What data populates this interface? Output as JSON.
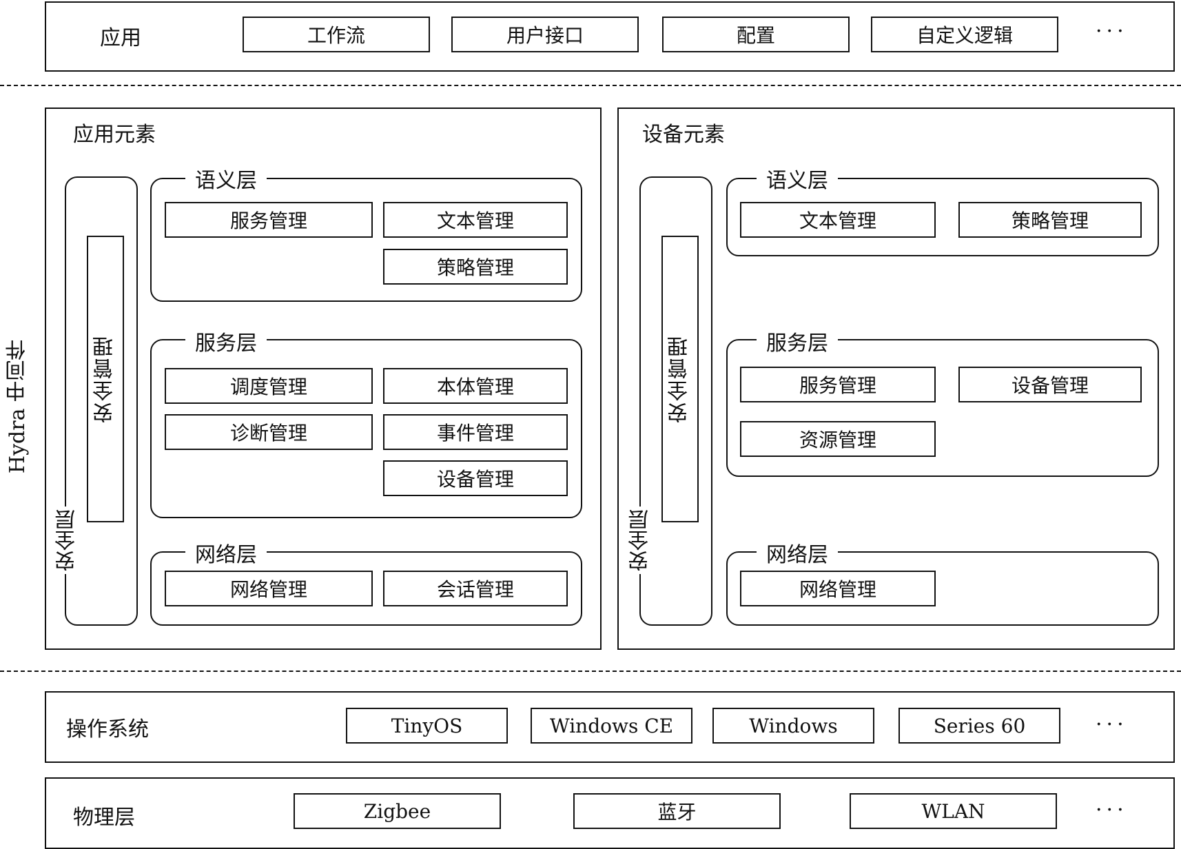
{
  "side_label": "Hydra 中间件",
  "app": {
    "label": "应用",
    "items": [
      "工作流",
      "用户接口",
      "配置",
      "自定义逻辑"
    ],
    "more": "···"
  },
  "app_elements": {
    "title": "应用元素",
    "security_layer": "安全层",
    "security_mgmt": "安全管理",
    "semantic": {
      "title": "语义层",
      "items": [
        "服务管理",
        "文本管理",
        "策略管理"
      ]
    },
    "service": {
      "title": "服务层",
      "items": [
        "调度管理",
        "本体管理",
        "诊断管理",
        "事件管理",
        "设备管理"
      ]
    },
    "network": {
      "title": "网络层",
      "items": [
        "网络管理",
        "会话管理"
      ]
    }
  },
  "device_elements": {
    "title": "设备元素",
    "security_layer": "安全层",
    "security_mgmt": "安全管理",
    "semantic": {
      "title": "语义层",
      "items": [
        "文本管理",
        "策略管理"
      ]
    },
    "service": {
      "title": "服务层",
      "items": [
        "服务管理",
        "设备管理",
        "资源管理"
      ]
    },
    "network": {
      "title": "网络层",
      "items": [
        "网络管理"
      ]
    }
  },
  "os": {
    "label": "操作系统",
    "items": [
      "TinyOS",
      "Windows CE",
      "Windows",
      "Series 60"
    ],
    "more": "···"
  },
  "physical": {
    "label": "物理层",
    "items": [
      "Zigbee",
      "蓝牙",
      "WLAN"
    ],
    "more": "···"
  }
}
